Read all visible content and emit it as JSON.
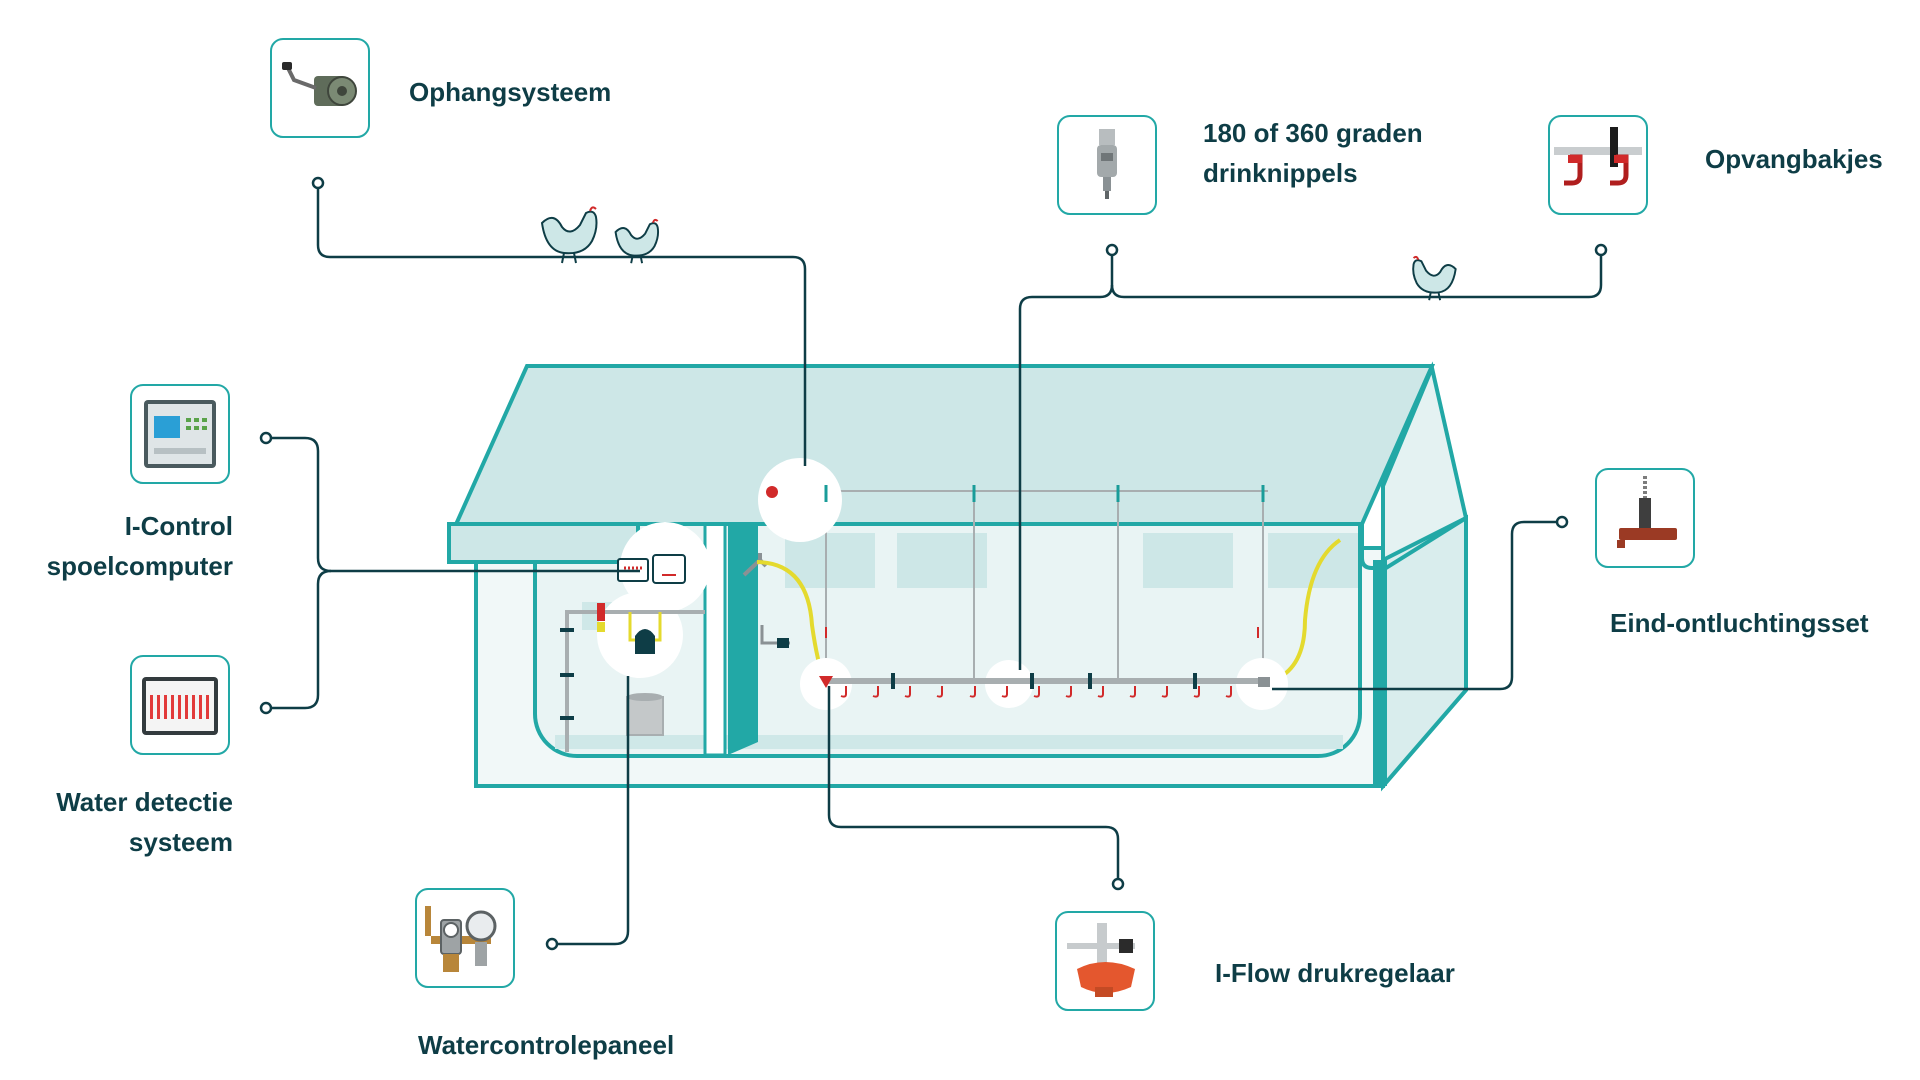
{
  "components": {
    "suspension": {
      "label": "Ophangsysteem",
      "icon": "winch-icon"
    },
    "nipples": {
      "label": "180 of 360 graden\ndrinknippels",
      "icon": "drinking-nipple-icon"
    },
    "drip_cups": {
      "label": "Opvangbakjes",
      "icon": "drip-cup-icon"
    },
    "flush_computer": {
      "label": "I-Control\nspoelcomputer",
      "icon": "control-computer-icon"
    },
    "water_detection": {
      "label": "Water detectie\nsysteem",
      "icon": "detection-panel-icon"
    },
    "end_vent": {
      "label": "Eind-ontluchtingsset",
      "icon": "end-vent-icon"
    },
    "water_panel": {
      "label": "Watercontrolepaneel",
      "icon": "water-meter-icon"
    },
    "pressure_regulator": {
      "label": "I-Flow drukregelaar",
      "icon": "pressure-regulator-icon"
    }
  },
  "colors": {
    "teal": "#22a8a6",
    "teal_dark": "#1a9c99",
    "fill_light": "#cde7e7",
    "fill_lighter": "#e4f2f2",
    "line_dark": "#0e3d46",
    "pipe_grey": "#a8aeb0",
    "hose_yellow": "#e4da2e",
    "nipple_red": "#d12a2a",
    "regulator_orange": "#e4572e"
  }
}
